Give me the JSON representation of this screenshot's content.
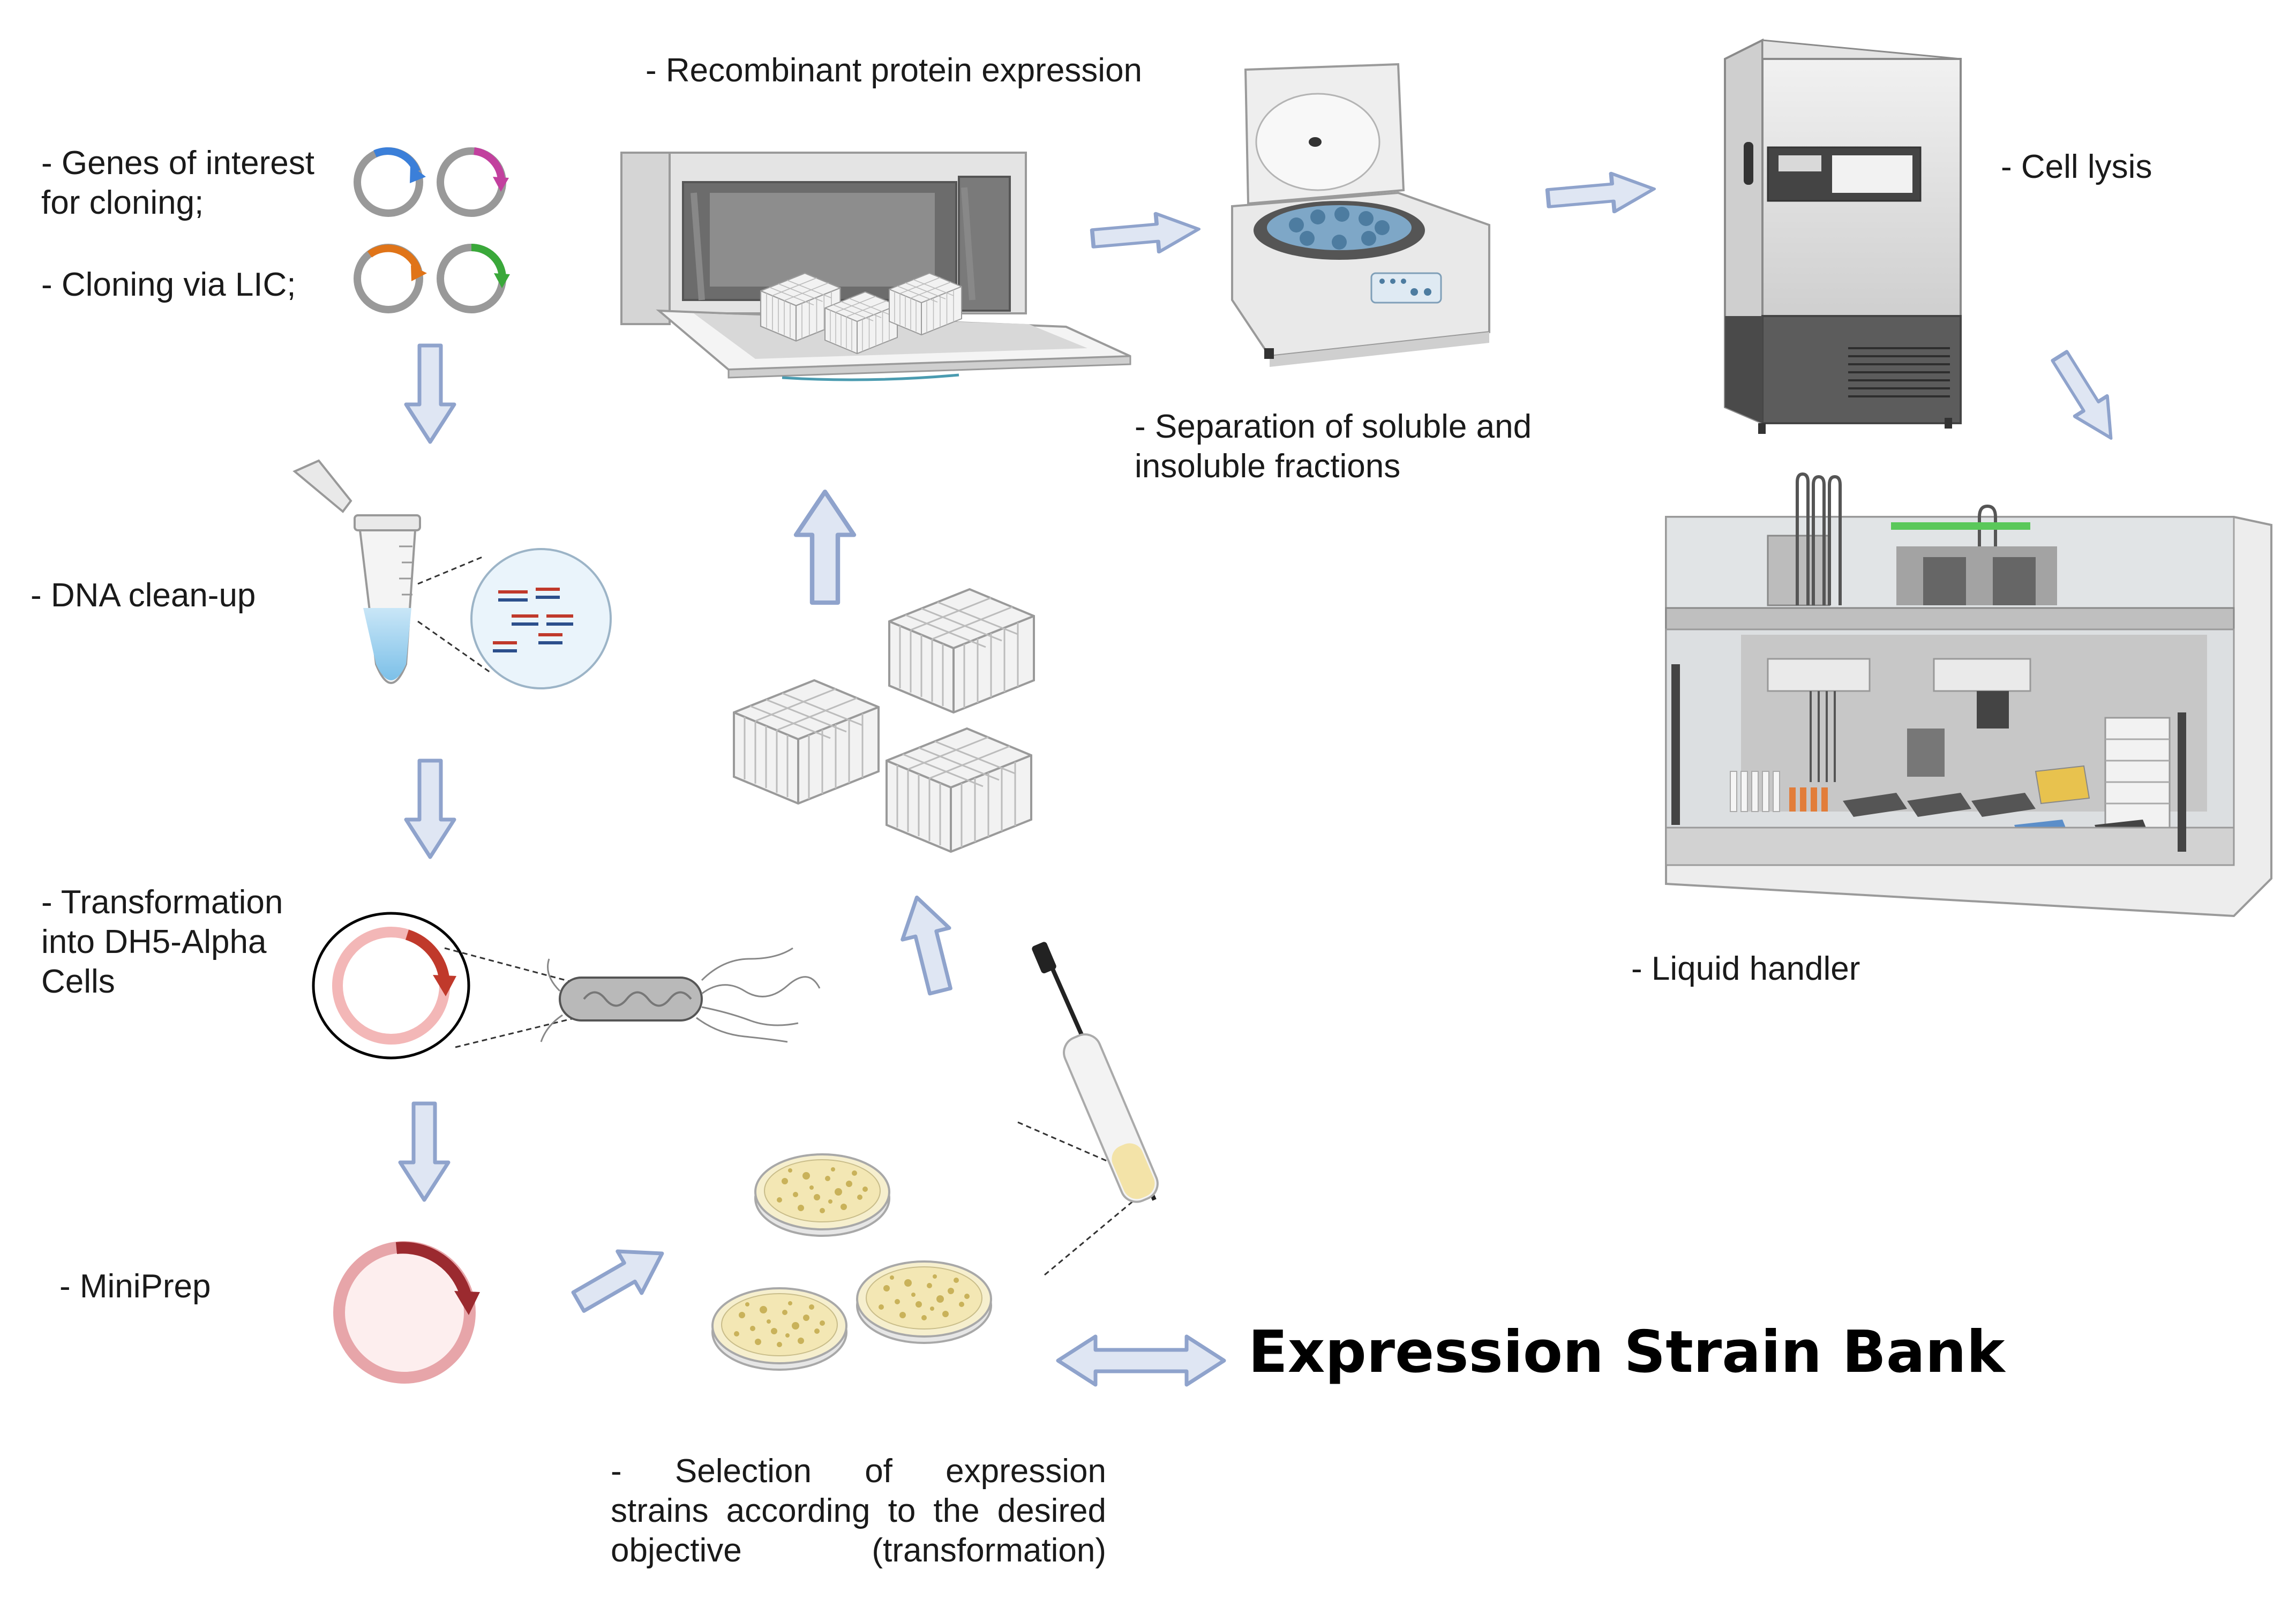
{
  "labels": {
    "genes_of_interest": "- Genes of interest\nfor cloning;",
    "cloning_lic": "- Cloning via LIC;",
    "dna_cleanup": "- DNA clean-up",
    "transformation": "- Transformation\ninto DH5-Alpha\nCells",
    "miniprep": "- MiniPrep",
    "recombinant": "- Recombinant protein expression",
    "separation": "- Separation of soluble and\ninsoluble fractions",
    "cell_lysis": "- Cell lysis",
    "liquid_handler": "- Liquid handler",
    "selection_line1": "-   Selection   of   expression",
    "selection_line2": "strains according to the desired",
    "selection_line3": "objective     (transformation)",
    "strain_bank": "Expression Strain Bank"
  },
  "colors": {
    "arrow_fill": "#dfe6f3",
    "arrow_stroke": "#8fa3cc",
    "plasmid_gray": "#9a9a9a",
    "blue": "#3b7fd9",
    "magenta": "#c2409e",
    "orange": "#e07418",
    "green": "#3aa83a",
    "plasmid_red": "#c0392b",
    "plasmid_pink": "#f3b7b7",
    "miniprep_red": "#9b2a2f",
    "miniprep_pink": "#e7a5a9"
  },
  "icons": [
    "plasmid-icon",
    "tube-icon",
    "dna-fragments-icon",
    "bacterium-icon",
    "incubator-shaker-icon",
    "centrifuge-icon",
    "freezer-icon",
    "liquid-handler-icon",
    "deep-well-plate-icon",
    "petri-dish-icon",
    "culture-tube-icon",
    "flow-arrow-icon",
    "double-arrow-icon"
  ]
}
